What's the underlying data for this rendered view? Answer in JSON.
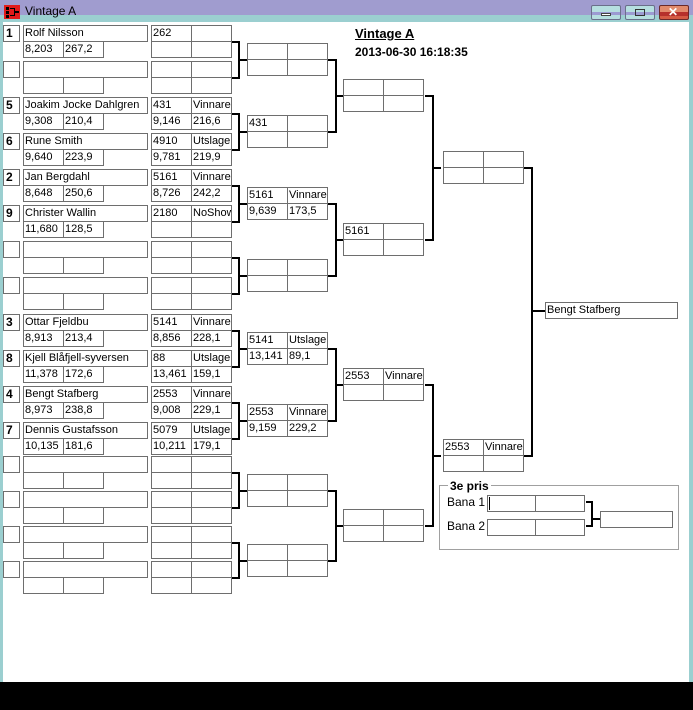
{
  "window": {
    "title": "Vintage A",
    "controls": [
      "minimize",
      "maximize",
      "close"
    ]
  },
  "header": {
    "title": "Vintage A",
    "timestamp": "2013-06-30 16:18:35"
  },
  "round1": [
    {
      "seed": "1",
      "name": "Rolf Nilsson",
      "time": "8,203",
      "speed": "267,2",
      "number": "262",
      "status": "",
      "r_time": "",
      "r_speed": ""
    },
    {
      "seed": "",
      "name": "",
      "time": "",
      "speed": "",
      "number": "",
      "status": "",
      "r_time": "",
      "r_speed": ""
    },
    {
      "seed": "5",
      "name": "Joakim Jocke Dahlgren",
      "time": "9,308",
      "speed": "210,4",
      "number": "431",
      "status": "Vinnare",
      "r_time": "9,146",
      "r_speed": "216,6"
    },
    {
      "seed": "6",
      "name": "Rune Smith",
      "time": "9,640",
      "speed": "223,9",
      "number": "4910",
      "status": "Utslager",
      "r_time": "9,781",
      "r_speed": "219,9"
    },
    {
      "seed": "2",
      "name": "Jan Bergdahl",
      "time": "8,648",
      "speed": "250,6",
      "number": "5161",
      "status": "Vinnare",
      "r_time": "8,726",
      "r_speed": "242,2"
    },
    {
      "seed": "9",
      "name": "Christer Wallin",
      "time": "11,680",
      "speed": "128,5",
      "number": "2180",
      "status": "NoShow",
      "r_time": "",
      "r_speed": ""
    },
    {
      "seed": "",
      "name": "",
      "time": "",
      "speed": "",
      "number": "",
      "status": "",
      "r_time": "",
      "r_speed": ""
    },
    {
      "seed": "",
      "name": "",
      "time": "",
      "speed": "",
      "number": "",
      "status": "",
      "r_time": "",
      "r_speed": ""
    },
    {
      "seed": "3",
      "name": "Ottar Fjeldbu",
      "time": "8,913",
      "speed": "213,4",
      "number": "5141",
      "status": "Vinnare",
      "r_time": "8,856",
      "r_speed": "228,1"
    },
    {
      "seed": "8",
      "name": "Kjell Blåfjell-syversen",
      "time": "11,378",
      "speed": "172,6",
      "number": "88",
      "status": "Utslager",
      "r_time": "13,461",
      "r_speed": "159,1"
    },
    {
      "seed": "4",
      "name": "Bengt Stafberg",
      "time": "8,973",
      "speed": "238,8",
      "number": "2553",
      "status": "Vinnare",
      "r_time": "9,008",
      "r_speed": "229,1"
    },
    {
      "seed": "7",
      "name": "Dennis Gustafsson",
      "time": "10,135",
      "speed": "181,6",
      "number": "5079",
      "status": "Utslager",
      "r_time": "10,211",
      "r_speed": "179,1"
    },
    {
      "seed": "",
      "name": "",
      "time": "",
      "speed": "",
      "number": "",
      "status": "",
      "r_time": "",
      "r_speed": ""
    },
    {
      "seed": "",
      "name": "",
      "time": "",
      "speed": "",
      "number": "",
      "status": "",
      "r_time": "",
      "r_speed": ""
    },
    {
      "seed": "",
      "name": "",
      "time": "",
      "speed": "",
      "number": "",
      "status": "",
      "r_time": "",
      "r_speed": ""
    },
    {
      "seed": "",
      "name": "",
      "time": "",
      "speed": "",
      "number": "",
      "status": "",
      "r_time": "",
      "r_speed": ""
    }
  ],
  "round2": [
    {
      "number": "",
      "status": "",
      "time": "",
      "speed": ""
    },
    {
      "number": "431",
      "status": "",
      "time": "",
      "speed": ""
    },
    {
      "number": "5161",
      "status": "Vinnare",
      "time": "9,639",
      "speed": "173,5"
    },
    {
      "number": "",
      "status": "",
      "time": "",
      "speed": ""
    },
    {
      "number": "5141",
      "status": "Utslager",
      "time": "13,141",
      "speed": "89,1"
    },
    {
      "number": "2553",
      "status": "Vinnare",
      "time": "9,159",
      "speed": "229,2"
    },
    {
      "number": "",
      "status": "",
      "time": "",
      "speed": ""
    },
    {
      "number": "",
      "status": "",
      "time": "",
      "speed": ""
    }
  ],
  "round3": [
    {
      "number": "",
      "status": "",
      "time": "",
      "speed": ""
    },
    {
      "number": "5161",
      "status": "",
      "time": "",
      "speed": ""
    },
    {
      "number": "2553",
      "status": "Vinnare",
      "time": "",
      "speed": ""
    },
    {
      "number": "",
      "status": "",
      "time": "",
      "speed": ""
    }
  ],
  "round4": [
    {
      "number": "",
      "status": "",
      "time": "",
      "speed": ""
    },
    {
      "number": "2553",
      "status": "Vinnare",
      "time": "",
      "speed": ""
    }
  ],
  "winner": "Bengt Stafberg",
  "third_place": {
    "title": "3e pris",
    "lane1_label": "Bana 1",
    "lane2_label": "Bana 2",
    "lane1": [
      "",
      ""
    ],
    "lane2": [
      "",
      ""
    ],
    "result": ""
  }
}
